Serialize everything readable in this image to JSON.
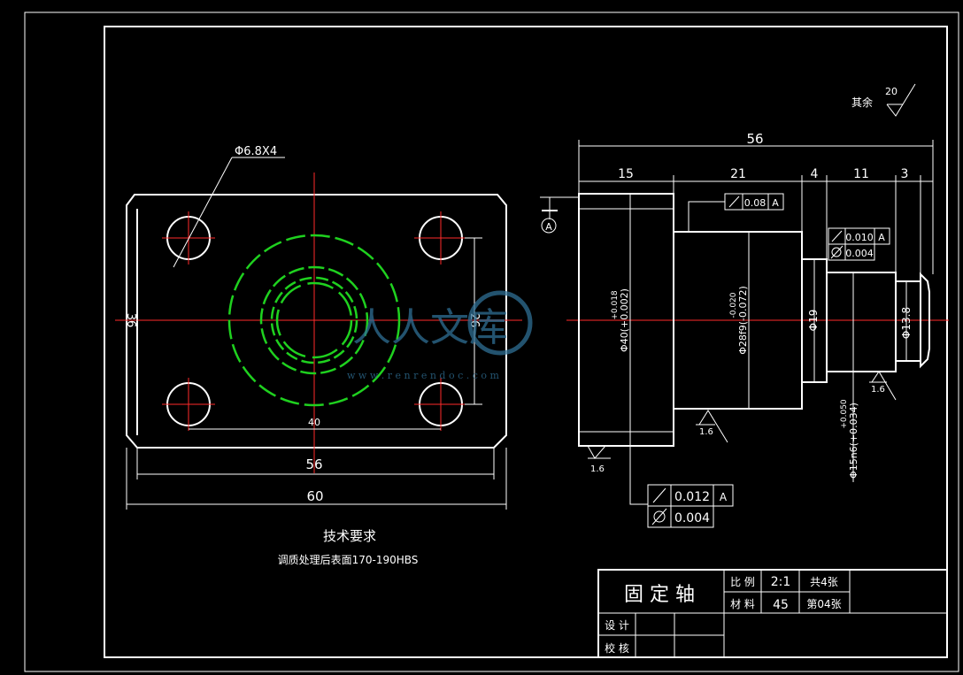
{
  "roughness_rest": {
    "label": "其余",
    "value": "20"
  },
  "plate": {
    "hole_callout": "Φ6.8X4",
    "dim_height_36": "36",
    "dim_height_26": "26",
    "dim_inner_40": "40",
    "dim_56": "56",
    "dim_60": "60"
  },
  "shaft": {
    "dim_total": "56",
    "seg_lengths": [
      "15",
      "21",
      "4",
      "11",
      "3"
    ],
    "datum": "A",
    "dia_40": "Φ40(+0.002)",
    "dia_40_tol_upper": "+0.018",
    "dia_28": "Φ28f9(-0.072)",
    "dia_28_tol_upper": "-0.020",
    "dia_19": "Φ19",
    "dia_15": "Φ15n6(+0.034)",
    "dia_15_tol_upper": "+0.050",
    "dia_13_8": "Φ13.8",
    "roughness": [
      "1.6",
      "1.6",
      "1.6"
    ],
    "gdt_top": {
      "tol": "0.08",
      "datum": "A"
    },
    "gdt_right": [
      {
        "tol": "0.010",
        "datum": "A"
      },
      {
        "tol": "0.004"
      }
    ],
    "gdt_bottom": [
      {
        "tol": "0.012",
        "datum": "A"
      },
      {
        "tol": "0.004"
      }
    ]
  },
  "notes": {
    "title": "技术要求",
    "text": "调质处理后表面170-190HBS"
  },
  "title_block": {
    "part_name": "固 定 轴",
    "scale_label": "比 例",
    "scale_value": "2:1",
    "sheets_total": "共4张",
    "material_label": "材 料",
    "material_value": "45",
    "sheet_no": "第04张",
    "design_label": "设 计",
    "check_label": "校 核"
  },
  "watermark": {
    "text": "人人文库",
    "url": "w w w . r e n r e n d o c . c o m"
  }
}
